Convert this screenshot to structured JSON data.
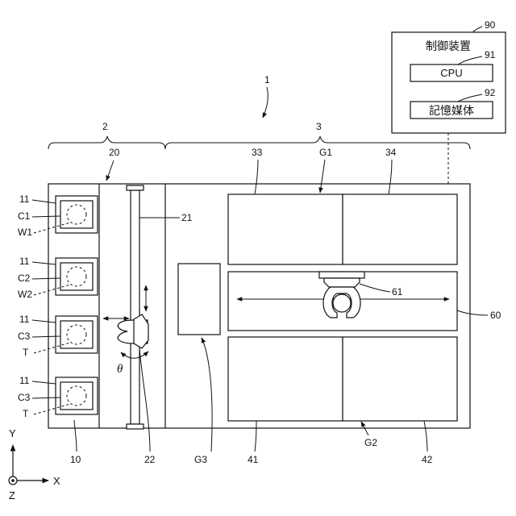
{
  "labels": {
    "system": "1",
    "loading_section": "2",
    "processing_section": "3",
    "cassette_stage": "10",
    "cassette": "11",
    "transfer_section": "20",
    "guide_rail": "21",
    "transfer_arm": "22",
    "process_block": "33",
    "process_block_2": "34",
    "process_block_3": "41",
    "process_block_4": "42",
    "transfer_region": "60",
    "transfer_device": "61",
    "group_1": "G1",
    "group_2": "G2",
    "group_3": "G3",
    "controller": "90",
    "cpu_ref": "91",
    "storage_ref": "92",
    "theta": "θ"
  },
  "controller": {
    "title": "制御装置",
    "cpu": "CPU",
    "storage": "記憶媒体"
  },
  "cassettes": [
    {
      "top": "C1",
      "bottom": "W1"
    },
    {
      "top": "C2",
      "bottom": "W2"
    },
    {
      "top": "C3",
      "bottom": "T"
    },
    {
      "top": "C3",
      "bottom": "T"
    }
  ],
  "axes": {
    "y": "Y",
    "x": "X",
    "z": "Z"
  }
}
